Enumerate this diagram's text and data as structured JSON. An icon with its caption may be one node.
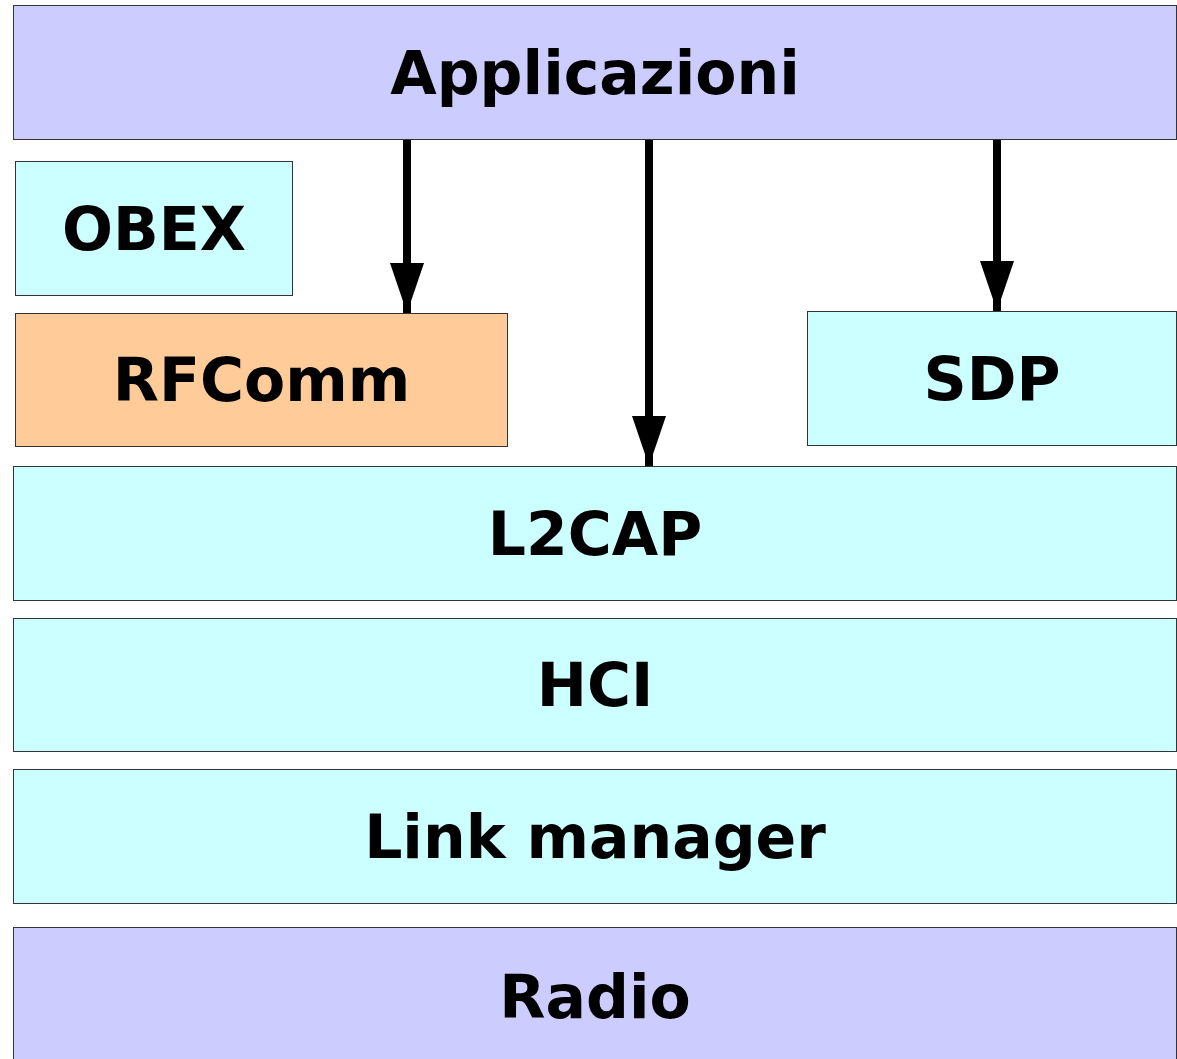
{
  "diagram": {
    "nodes": [
      {
        "text": [
          "Applicazioni"
        ]
      },
      {
        "text": [
          "OBEX"
        ]
      },
      {
        "text": [
          "RFComm"
        ]
      },
      {
        "text": [
          "SDP"
        ]
      },
      {
        "text": [
          "L2CAP"
        ]
      },
      {
        "text": [
          "HCI"
        ]
      },
      {
        "text": [
          "Link manager"
        ]
      },
      {
        "text": [
          "Radio"
        ]
      }
    ],
    "edges": [
      {
        "from": 0,
        "to": 2,
        "arrow": "to"
      },
      {
        "from": 0,
        "to": 4,
        "arrow": "to"
      },
      {
        "from": 0,
        "to": 3,
        "arrow": "to"
      }
    ]
  }
}
